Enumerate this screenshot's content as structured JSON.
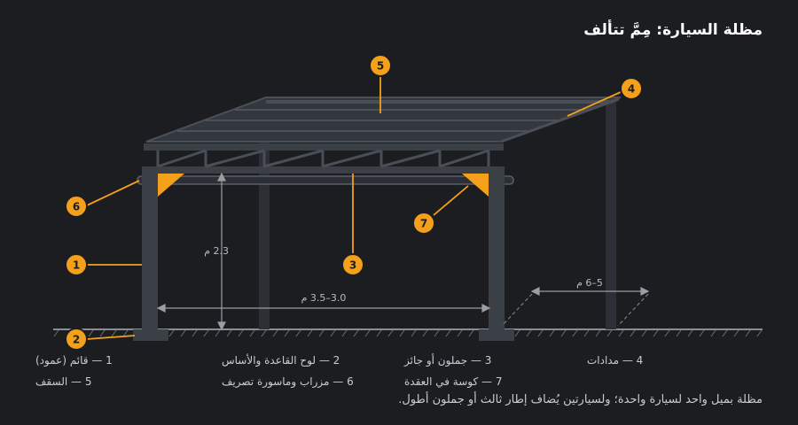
{
  "title": "مظلة السيارة: مِمَّ تتألف",
  "callouts": [
    "1",
    "2",
    "3",
    "4",
    "5",
    "6",
    "7"
  ],
  "dimensions": {
    "height": "2.3 م",
    "span": "3.0–3.5 م",
    "depth": "5–6 م"
  },
  "legend": [
    "1 — قائم (عمود)",
    "2 — لوح القاعدة والأساس",
    "3 — جملون أو جائز",
    "4 — مدادات",
    "5 — السقف",
    "6 — مزراب وماسورة تصريف",
    "7 — كوسة في العقدة"
  ],
  "note": "مظلة بميل واحد لسيارة واحدة؛ ولسيارتين يُضاف إطار ثالث أو جملون أطول.",
  "colors": {
    "background": "#1b1d20",
    "steel": "#3b3f46",
    "steel_dark": "#2c2f35",
    "accent": "#f5a01a",
    "ground": "#8a8d92"
  }
}
